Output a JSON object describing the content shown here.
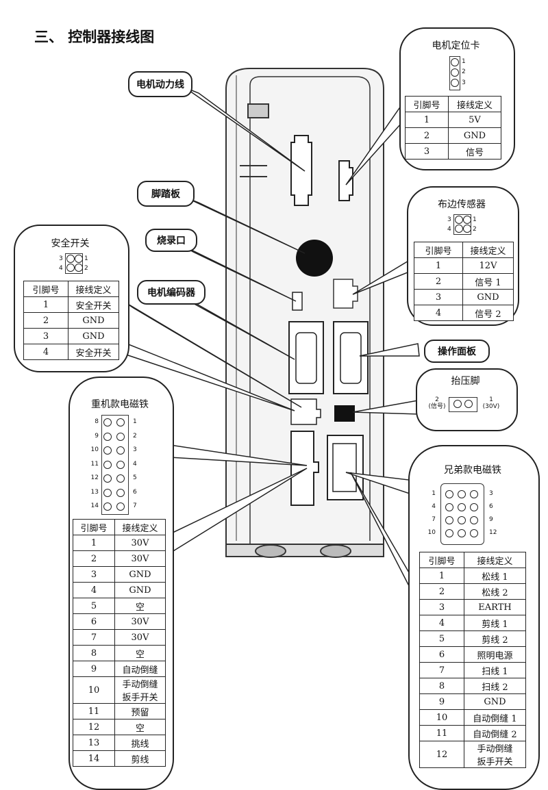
{
  "heading": "三、  控制器接线图",
  "callouts": {
    "motor_power": "电机动力线",
    "pedal": "脚踏板",
    "burn_port": "烧录口",
    "motor_encoder": "电机编码器",
    "operation_panel": "操作面板"
  },
  "headers": {
    "pin": "引脚号",
    "def": "接线定义"
  },
  "motor_pos": {
    "title": "电机定位卡",
    "pin_labels": [
      "1",
      "2",
      "3"
    ],
    "rows": [
      [
        "1",
        "5V"
      ],
      [
        "2",
        "GND"
      ],
      [
        "3",
        "信号"
      ]
    ]
  },
  "edge_sensor": {
    "title": "布边传感器",
    "pin_labels": [
      "3",
      "1",
      "4",
      "2"
    ],
    "rows": [
      [
        "1",
        "12V"
      ],
      [
        "2",
        "信号 1"
      ],
      [
        "3",
        "GND"
      ],
      [
        "4",
        "信号 2"
      ]
    ]
  },
  "safety": {
    "title": "安全开关",
    "pin_labels": [
      "3",
      "1",
      "4",
      "2"
    ],
    "rows": [
      [
        "1",
        "安全开关"
      ],
      [
        "2",
        "GND"
      ],
      [
        "3",
        "GND"
      ],
      [
        "4",
        "安全开关"
      ]
    ]
  },
  "presser": {
    "title": "抬压脚",
    "left_label": "2\n(信号)",
    "right_label": "1\n(30V)"
  },
  "heavy_magnet": {
    "title": "重机款电磁铁",
    "left_nums": [
      "8",
      "9",
      "10",
      "11",
      "12",
      "13",
      "14"
    ],
    "right_nums": [
      "1",
      "2",
      "3",
      "4",
      "5",
      "6",
      "7"
    ],
    "rows": [
      [
        "1",
        "30V"
      ],
      [
        "2",
        "30V"
      ],
      [
        "3",
        "GND"
      ],
      [
        "4",
        "GND"
      ],
      [
        "5",
        "空"
      ],
      [
        "6",
        "30V"
      ],
      [
        "7",
        "30V"
      ],
      [
        "8",
        "空"
      ],
      [
        "9",
        "自动倒缝"
      ],
      [
        "10",
        "手动倒缝\n扳手开关"
      ],
      [
        "11",
        "预留"
      ],
      [
        "12",
        "空"
      ],
      [
        "13",
        "挑线"
      ],
      [
        "14",
        "剪线"
      ]
    ]
  },
  "brother_magnet": {
    "title": "兄弟款电磁铁",
    "left_nums": [
      "1",
      "4",
      "7",
      "10"
    ],
    "right_nums": [
      "3",
      "6",
      "9",
      "12"
    ],
    "rows": [
      [
        "1",
        "松线 1"
      ],
      [
        "2",
        "松线 2"
      ],
      [
        "3",
        "EARTH"
      ],
      [
        "4",
        "剪线 1"
      ],
      [
        "5",
        "剪线 2"
      ],
      [
        "6",
        "照明电源"
      ],
      [
        "7",
        "扫线 1"
      ],
      [
        "8",
        "扫线 2"
      ],
      [
        "9",
        "GND"
      ],
      [
        "10",
        "自动倒缝 1"
      ],
      [
        "11",
        "自动倒缝 2"
      ],
      [
        "12",
        "手动倒缝\n扳手开关"
      ]
    ]
  }
}
